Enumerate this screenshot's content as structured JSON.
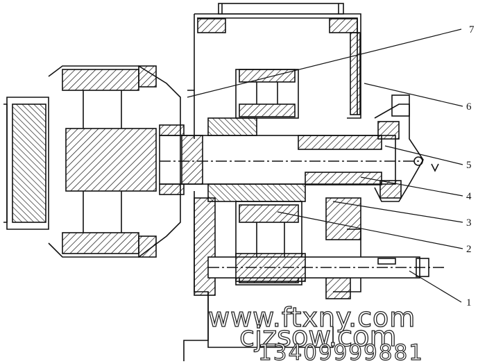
{
  "callouts": [
    {
      "id": "1",
      "text": "1"
    },
    {
      "id": "2",
      "text": "2"
    },
    {
      "id": "3",
      "text": "3"
    },
    {
      "id": "4",
      "text": "4"
    },
    {
      "id": "5",
      "text": "5"
    },
    {
      "id": "6",
      "text": "6"
    },
    {
      "id": "7",
      "text": "7"
    }
  ],
  "watermark": {
    "url": "www.ftxny.com",
    "brand": "cjzsow.com",
    "phone": "13409999881"
  }
}
